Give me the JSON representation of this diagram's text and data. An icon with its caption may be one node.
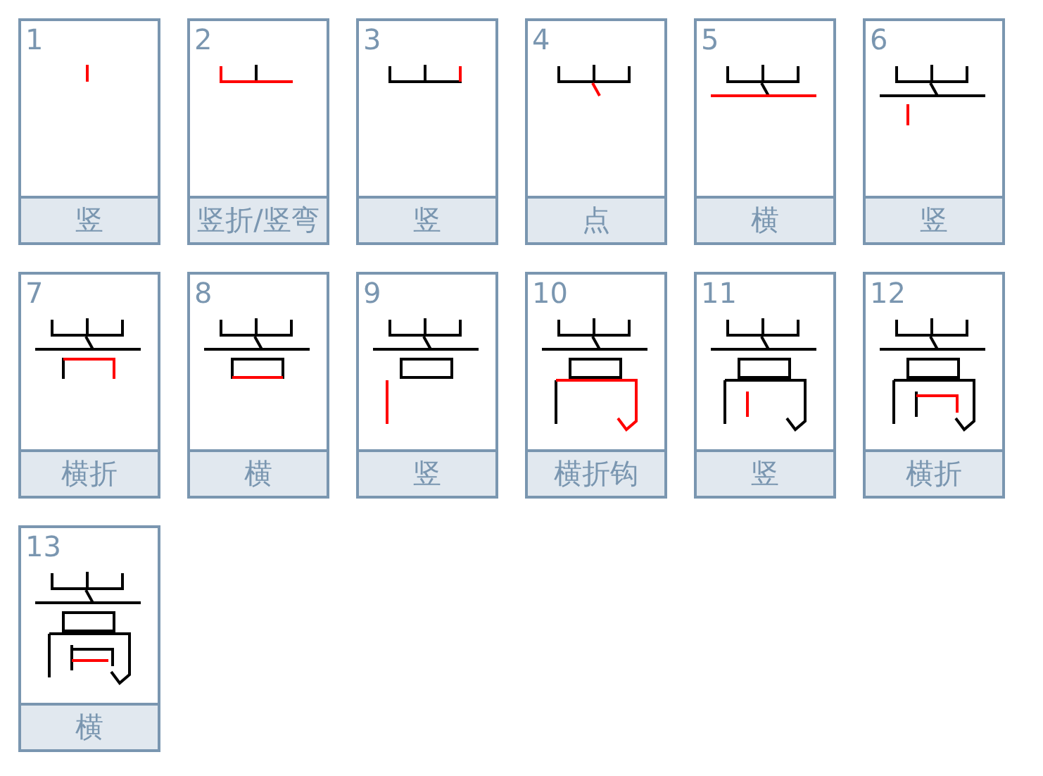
{
  "diagram": {
    "nodes": [
      {
        "text": [
          "1",
          "竖"
        ]
      },
      {
        "text": [
          "2",
          "竖折/竖弯"
        ]
      },
      {
        "text": [
          "3",
          "竖"
        ]
      },
      {
        "text": [
          "4",
          "点"
        ]
      },
      {
        "text": [
          "5",
          "横"
        ]
      },
      {
        "text": [
          "6",
          "竖"
        ]
      },
      {
        "text": [
          "7",
          "横折"
        ]
      },
      {
        "text": [
          "8",
          "横"
        ]
      },
      {
        "text": [
          "9",
          "竖"
        ]
      },
      {
        "text": [
          "10",
          "横折钩"
        ]
      },
      {
        "text": [
          "11",
          "竖"
        ]
      },
      {
        "text": [
          "12",
          "横折"
        ]
      },
      {
        "text": [
          "13",
          "横"
        ]
      }
    ]
  }
}
